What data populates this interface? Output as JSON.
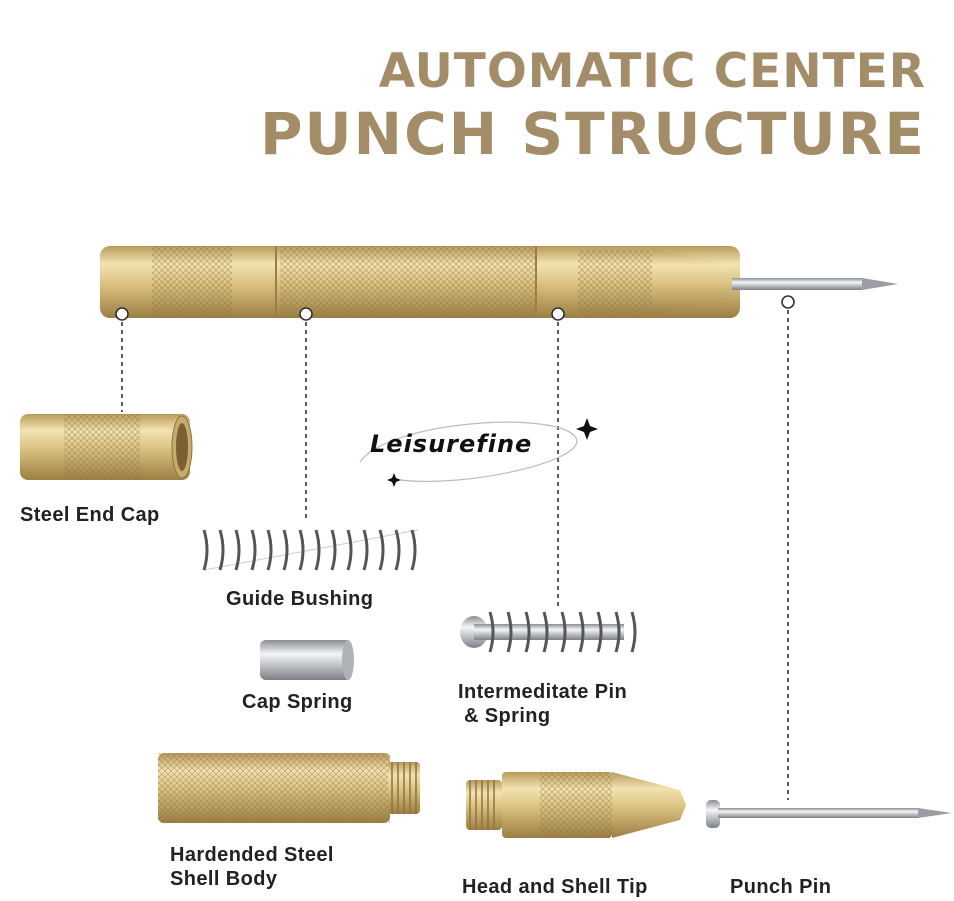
{
  "title": {
    "line1": "AUTOMATIC CENTER",
    "line2": "PUNCH STRUCTURE"
  },
  "brand": {
    "name": "Leisurefine"
  },
  "parts": {
    "end_cap": "Steel End Cap",
    "guide_bushing": "Guide Bushing",
    "cap_spring": "Cap Spring",
    "intermediate_line1": "Intermeditate Pin",
    "intermediate_line2": "& Spring",
    "shell_line1": "Hardended Steel",
    "shell_line2": "Shell Body",
    "head_tip": "Head and Shell Tip",
    "punch_pin": "Punch Pin"
  },
  "colors": {
    "title": "#a38d68",
    "brass": "#d9c384",
    "steel": "#c9ccd0",
    "leader": "#333333"
  }
}
